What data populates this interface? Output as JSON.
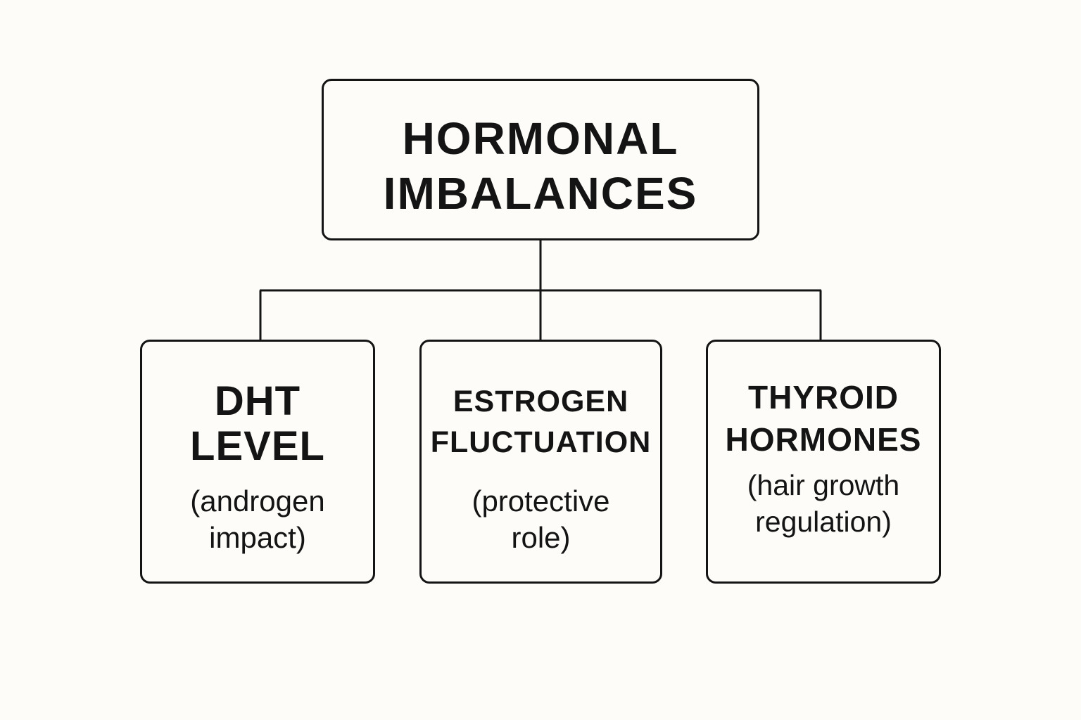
{
  "diagram": {
    "root": {
      "lines": [
        "HORMONAL",
        "IMBALANCES"
      ]
    },
    "children": [
      {
        "title_lines": [
          "DHT",
          "LEVEL"
        ],
        "note_lines": [
          "(androgen",
          "impact)"
        ]
      },
      {
        "title_lines": [
          "ESTROGEN",
          "FLUCTUATION"
        ],
        "note_lines": [
          "(protective",
          "role)"
        ]
      },
      {
        "title_lines": [
          "THYROID",
          "HORMONES"
        ],
        "note_lines": [
          "(hair growth",
          "regulation)"
        ]
      }
    ]
  },
  "colors": {
    "background": "#fdfcf8",
    "ink": "#141414"
  }
}
